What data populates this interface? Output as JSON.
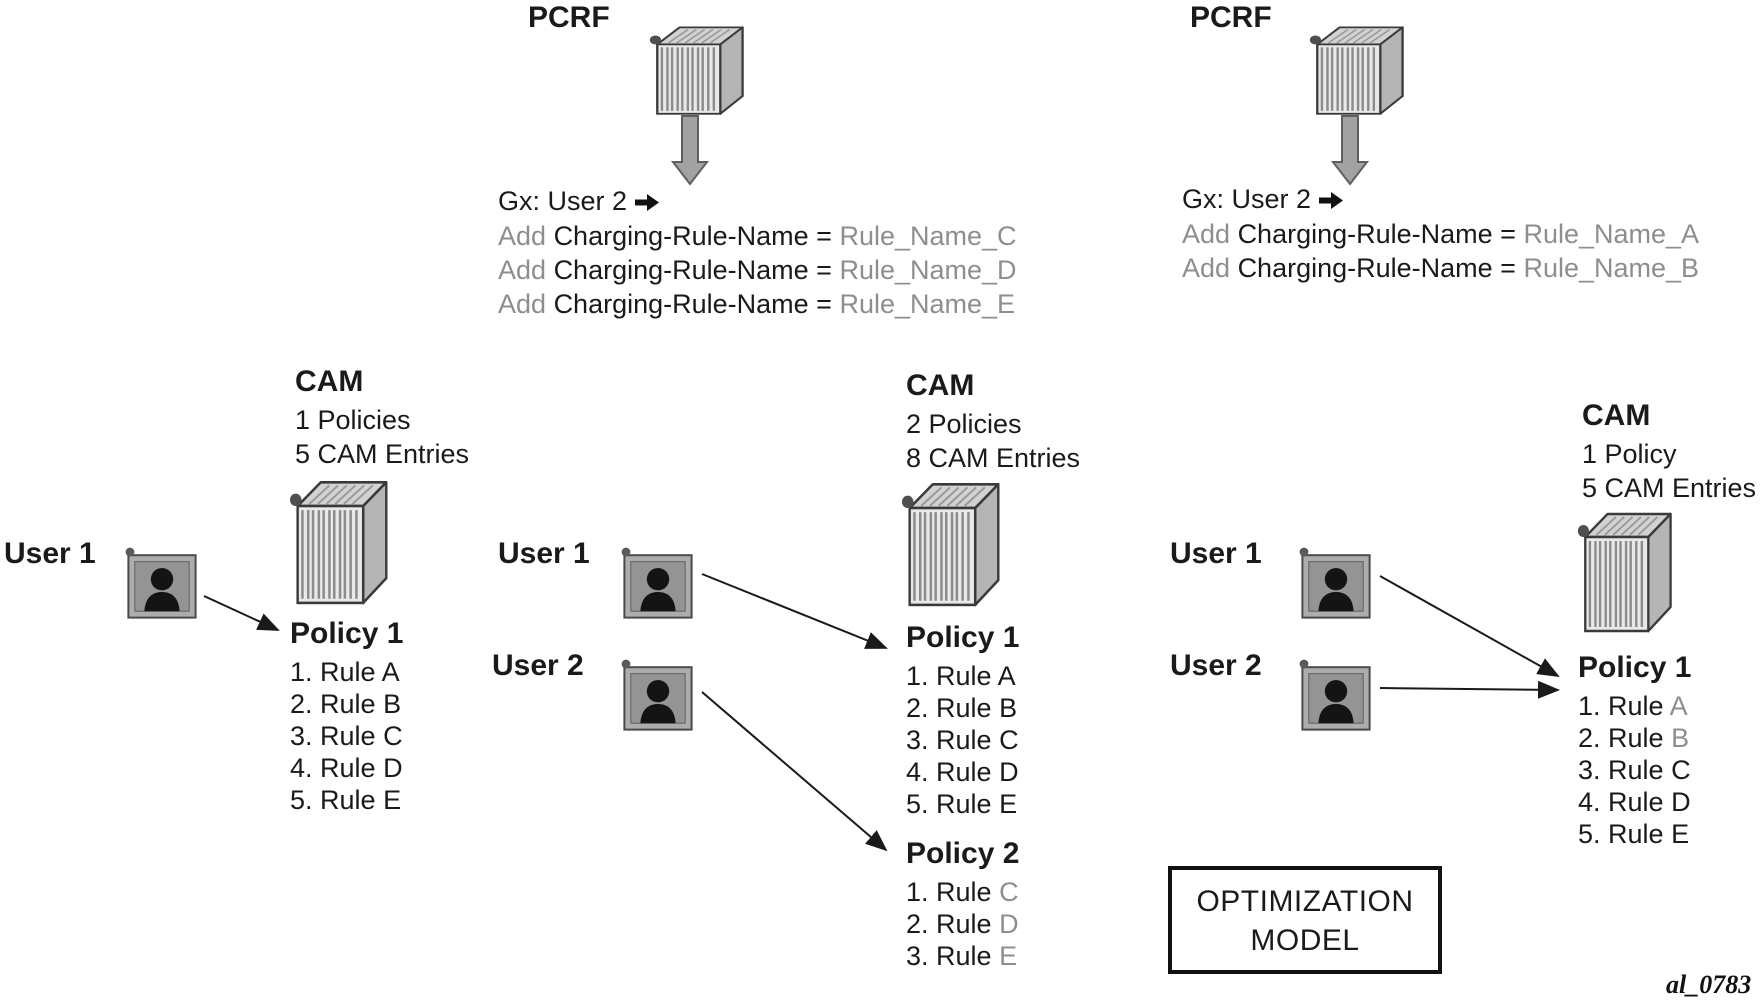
{
  "colors": {
    "text": "#1a1a1a",
    "muted": "#8e8e8e",
    "icon_front": "#e9e9e9",
    "icon_side": "#b5b5b5",
    "arrow_fill": "#a2a2a2"
  },
  "icons": {
    "server": "server-chassis-icon",
    "user": "user-avatar-icon",
    "down_arrow": "down-arrow-icon",
    "right_arrow": "right-arrow-icon"
  },
  "pcrf_blocks": [
    {
      "title": "PCRF",
      "gx_label": "Gx: User 2",
      "rules_added": [
        {
          "action": "Add",
          "attribute": "Charging-Rule-Name =",
          "value": "Rule_Name_C"
        },
        {
          "action": "Add",
          "attribute": "Charging-Rule-Name =",
          "value": "Rule_Name_D"
        },
        {
          "action": "Add",
          "attribute": "Charging-Rule-Name =",
          "value": "Rule_Name_E"
        }
      ]
    },
    {
      "title": "PCRF",
      "gx_label": "Gx: User 2",
      "rules_added": [
        {
          "action": "Add",
          "attribute": "Charging-Rule-Name =",
          "value": "Rule_Name_A"
        },
        {
          "action": "Add",
          "attribute": "Charging-Rule-Name =",
          "value": "Rule_Name_B"
        }
      ]
    }
  ],
  "panels": [
    {
      "cam": {
        "title": "CAM",
        "policies": "1 Policies",
        "entries": "5 CAM Entries"
      },
      "users": [
        {
          "label": "User 1"
        }
      ],
      "policies": [
        {
          "title": "Policy 1",
          "rules": [
            {
              "pre": "1. Rule",
              "letter": "A",
              "gray": false
            },
            {
              "pre": "2. Rule",
              "letter": "B",
              "gray": false
            },
            {
              "pre": "3. Rule",
              "letter": "C",
              "gray": false
            },
            {
              "pre": "4. Rule",
              "letter": "D",
              "gray": false
            },
            {
              "pre": "5. Rule",
              "letter": "E",
              "gray": false
            }
          ]
        }
      ]
    },
    {
      "cam": {
        "title": "CAM",
        "policies": "2 Policies",
        "entries": "8 CAM Entries"
      },
      "users": [
        {
          "label": "User 1"
        },
        {
          "label": "User 2"
        }
      ],
      "policies": [
        {
          "title": "Policy 1",
          "rules": [
            {
              "pre": "1. Rule",
              "letter": "A",
              "gray": false
            },
            {
              "pre": "2. Rule",
              "letter": "B",
              "gray": false
            },
            {
              "pre": "3. Rule",
              "letter": "C",
              "gray": false
            },
            {
              "pre": "4. Rule",
              "letter": "D",
              "gray": false
            },
            {
              "pre": "5. Rule",
              "letter": "E",
              "gray": false
            }
          ]
        },
        {
          "title": "Policy 2",
          "rules": [
            {
              "pre": "1. Rule",
              "letter": "C",
              "gray": true
            },
            {
              "pre": "2. Rule",
              "letter": "D",
              "gray": true
            },
            {
              "pre": "3. Rule",
              "letter": "E",
              "gray": true
            }
          ]
        }
      ]
    },
    {
      "cam": {
        "title": "CAM",
        "policies": "1 Policy",
        "entries": "5 CAM Entries"
      },
      "users": [
        {
          "label": "User 1"
        },
        {
          "label": "User 2"
        }
      ],
      "policies": [
        {
          "title": "Policy 1",
          "rules": [
            {
              "pre": "1. Rule",
              "letter": "A",
              "gray": true
            },
            {
              "pre": "2. Rule",
              "letter": "B",
              "gray": true
            },
            {
              "pre": "3. Rule",
              "letter": "C",
              "gray": false
            },
            {
              "pre": "4. Rule",
              "letter": "D",
              "gray": false
            },
            {
              "pre": "5. Rule",
              "letter": "E",
              "gray": false
            }
          ]
        }
      ]
    }
  ],
  "optimization_box": {
    "line1": "OPTIMIZATION",
    "line2": "MODEL"
  },
  "figure_label": "al_0783"
}
